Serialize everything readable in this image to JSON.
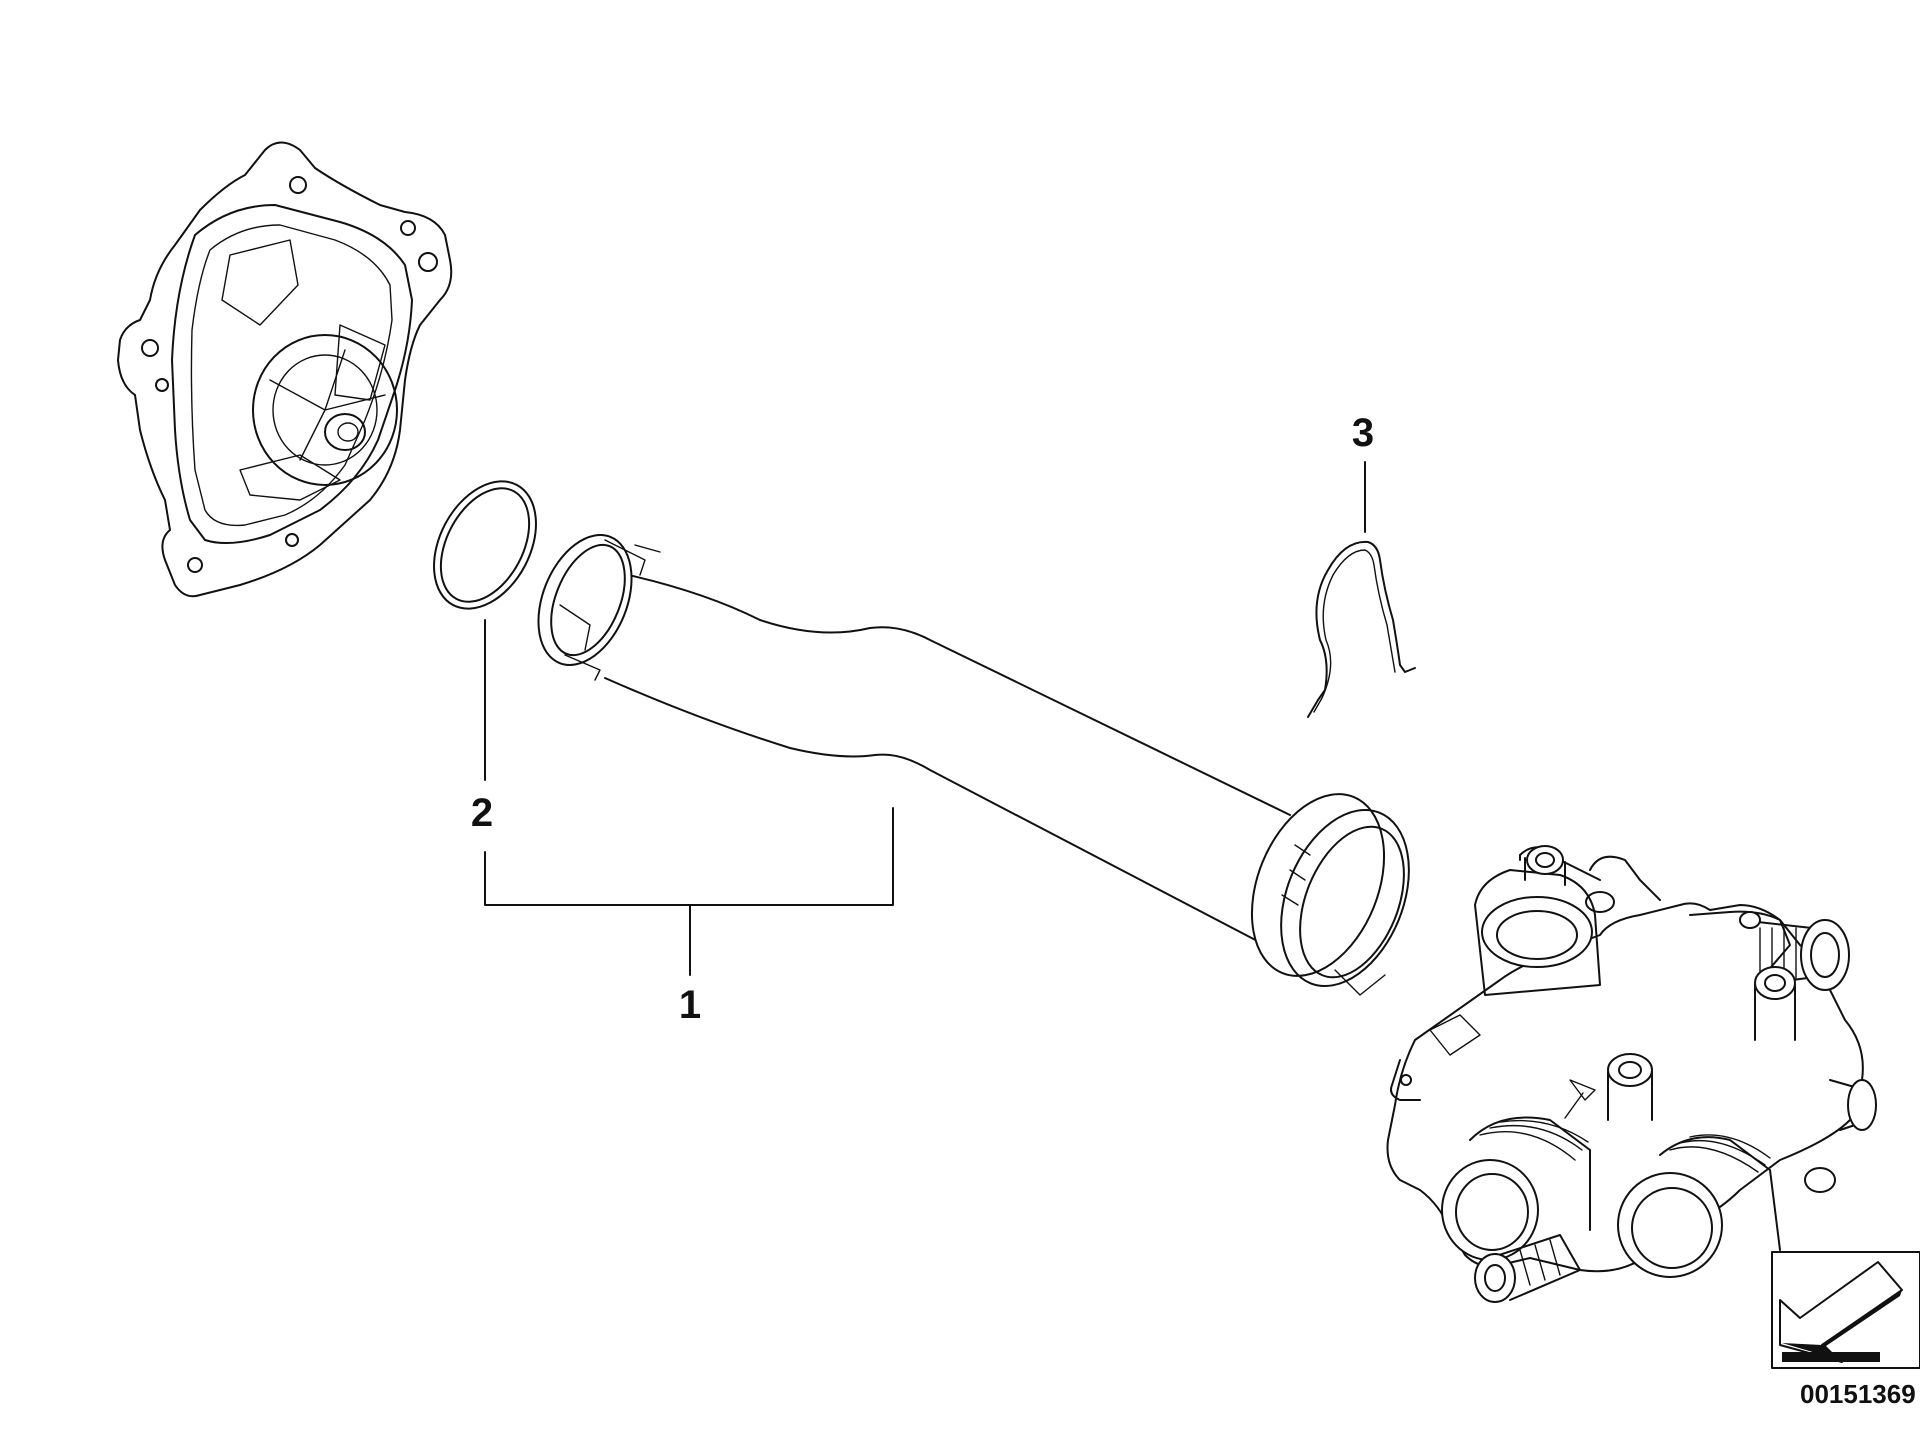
{
  "callouts": {
    "part1": "1",
    "part2": "2",
    "part3": "3"
  },
  "diagram_code": "00151369",
  "icons": [
    "water-pump-housing-icon",
    "o-ring-icon",
    "coolant-pipe-icon",
    "spring-clip-icon",
    "thermostat-housing-icon",
    "direction-arrow-icon"
  ]
}
